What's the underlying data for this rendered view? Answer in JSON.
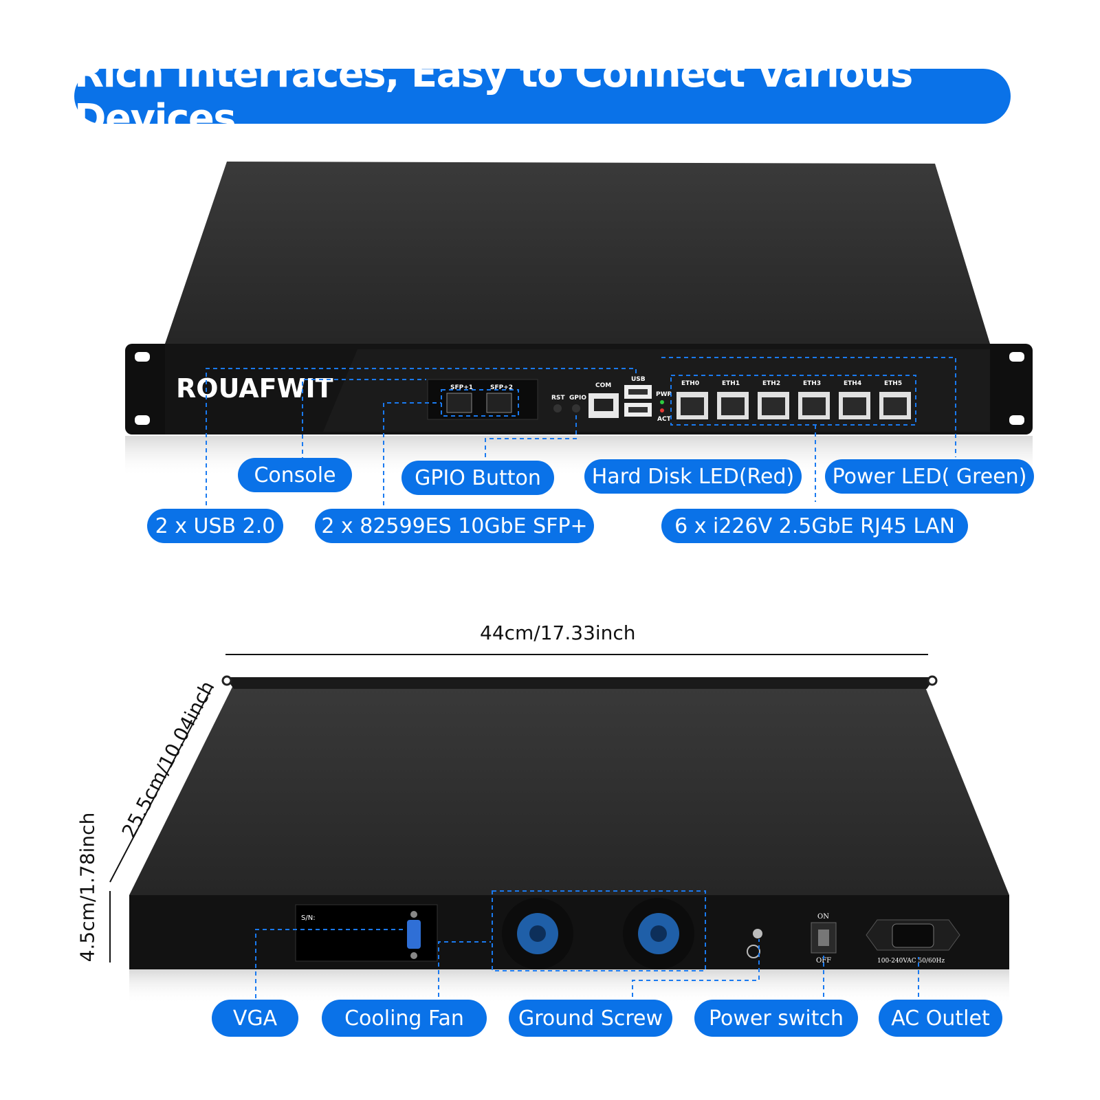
{
  "title": "Rich Interfaces, Easy to Connect Various Devices",
  "brand": "ROUAFWIT",
  "colors": {
    "accent": "#0a72e8",
    "device_body": "#2b2b2b",
    "front_panel": "#111111"
  },
  "front_panel_ports": {
    "sfp": [
      "SFP+1",
      "SFP+2"
    ],
    "buttons": [
      "RST",
      "GPIO"
    ],
    "com": "COM",
    "usb": "USB",
    "leds": [
      "PWR",
      "ACT"
    ],
    "eth": [
      "ETH0",
      "ETH1",
      "ETH2",
      "ETH3",
      "ETH4",
      "ETH5"
    ]
  },
  "front_callouts": {
    "console": "Console",
    "gpio_button": "GPIO Button",
    "hard_disk_led": "Hard Disk LED(Red)",
    "power_led": "Power LED( Green)",
    "usb": "2 x USB 2.0",
    "sfp": "2 x 82599ES 10GbE SFP+",
    "lan": "6 x i226V 2.5GbE RJ45 LAN"
  },
  "dimensions": {
    "width": "44cm/17.33inch",
    "depth": "25.5cm/10.04inch",
    "height": "4.5cm/1.78inch"
  },
  "rear_panel": {
    "serial_label": "S/N:",
    "switch_on": "ON",
    "switch_off": "OFF",
    "ac_rating": "100-240VAC 50/60Hz"
  },
  "rear_callouts": {
    "vga": "VGA",
    "cooling_fan": "Cooling Fan",
    "ground_screw": "Ground Screw",
    "power_switch": "Power switch",
    "ac_outlet": "AC Outlet"
  }
}
